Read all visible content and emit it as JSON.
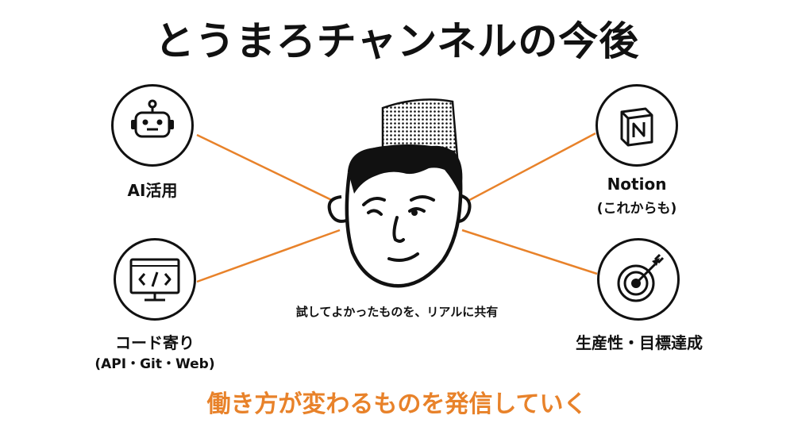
{
  "title": "とうまろチャンネルの今後",
  "center": {
    "caption": "試してよかったものを、リアルに共有",
    "icon": "man-face-with-hat-icon"
  },
  "nodes": {
    "ai": {
      "label": "AI活用",
      "icon": "robot-icon"
    },
    "code": {
      "label": "コード寄り",
      "sub": "(API・Git・Web)",
      "icon": "monitor-code-icon"
    },
    "notion": {
      "label": "Notion",
      "sub": "(これからも)",
      "icon": "notion-logo-icon"
    },
    "productivity": {
      "label": "生産性・目標達成",
      "icon": "target-arrow-icon"
    }
  },
  "tagline": "働き方が変わるものを発信していく",
  "colors": {
    "accent": "#e8822a",
    "line": "#e8822a",
    "text": "#111111"
  }
}
